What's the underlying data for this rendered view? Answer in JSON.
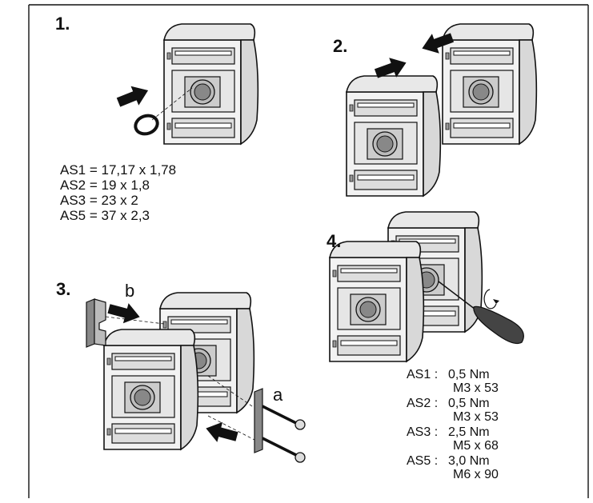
{
  "steps": {
    "s1": "1.",
    "s2": "2.",
    "s3": "3.",
    "s4": "4."
  },
  "oring_sizes": [
    "AS1 = 17,17 x 1,78",
    "AS2 = 19 x 1,8",
    "AS3 = 23 x 2",
    "AS5 = 37 x 2,3"
  ],
  "letters": {
    "a": "a",
    "b": "b"
  },
  "torque": [
    {
      "model": "AS1 :",
      "torque": "0,5 Nm",
      "screw": "M3 x 53"
    },
    {
      "model": "AS2 :",
      "torque": "0,5 Nm",
      "screw": "M3 x 53"
    },
    {
      "model": "AS3 :",
      "torque": "2,5 Nm",
      "screw": "M5 x 68"
    },
    {
      "model": "AS5 :",
      "torque": "3,0 Nm",
      "screw": "M6 x 90"
    }
  ]
}
